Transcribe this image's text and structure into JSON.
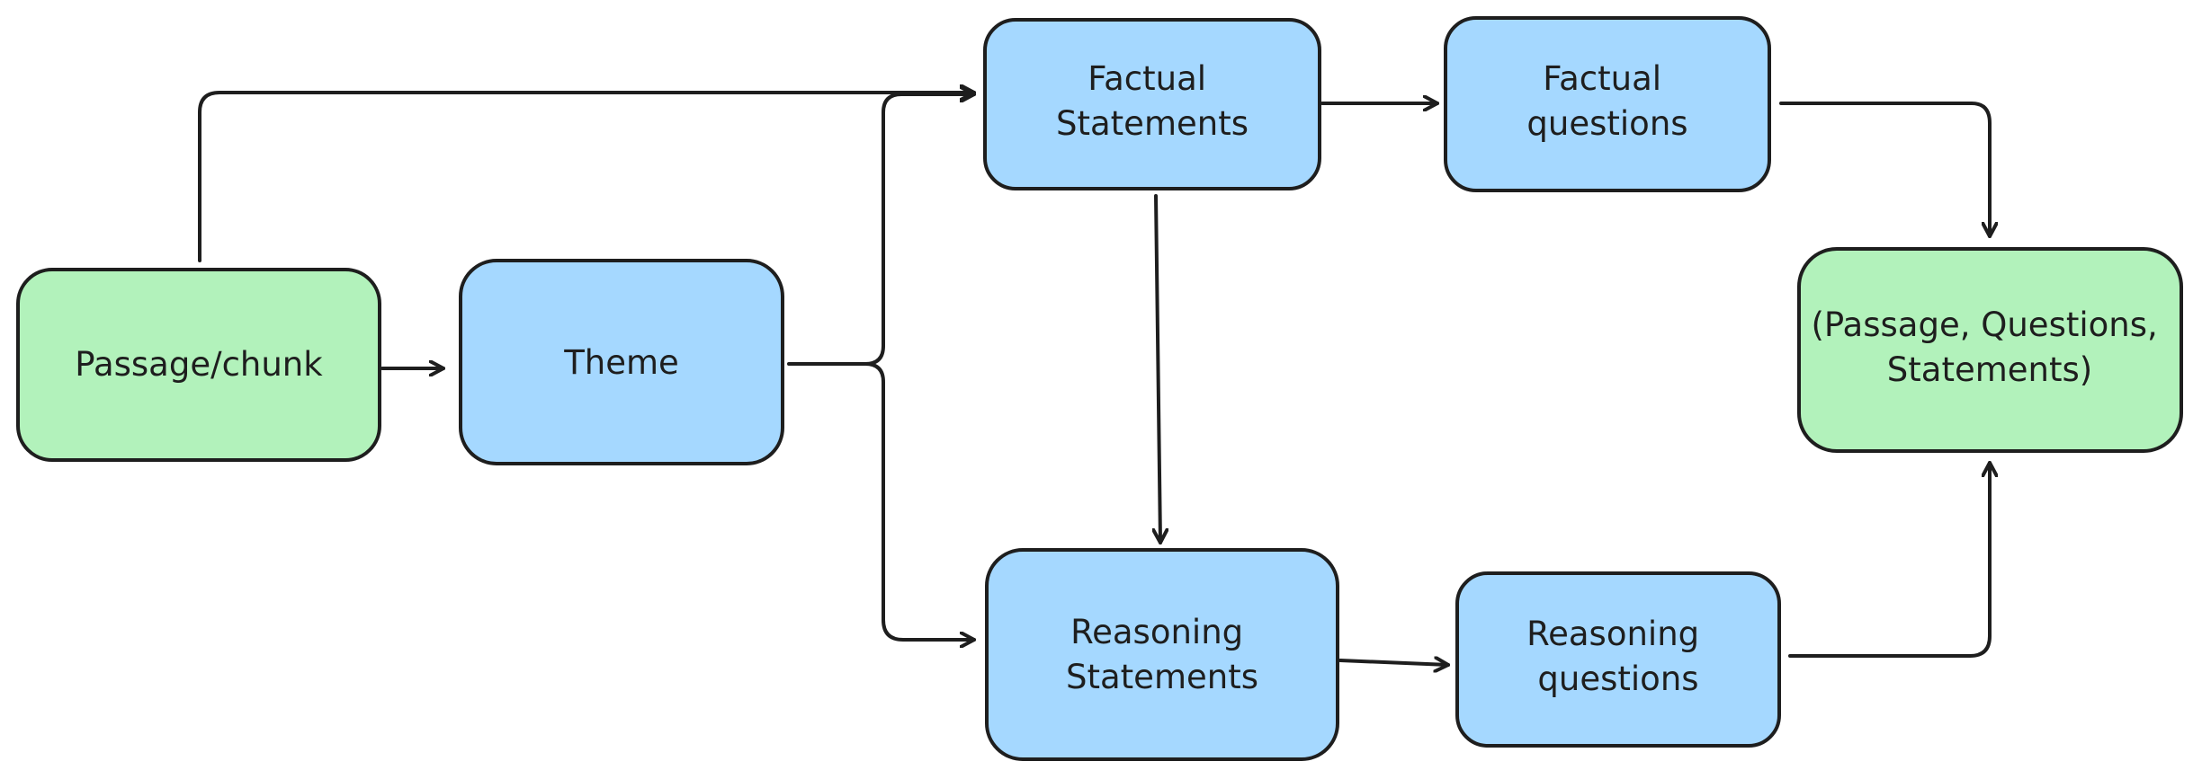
{
  "nodes": {
    "passage": {
      "lines": [
        "Passage/chunk"
      ],
      "color": "#b2f2bb"
    },
    "theme": {
      "lines": [
        "Theme"
      ],
      "color": "#a5d8ff"
    },
    "factual_statements": {
      "lines": [
        "Factual",
        "Statements"
      ],
      "color": "#a5d8ff"
    },
    "factual_questions": {
      "lines": [
        "Factual",
        "questions"
      ],
      "color": "#a5d8ff"
    },
    "reasoning_statements": {
      "lines": [
        "Reasoning",
        "Statements"
      ],
      "color": "#a5d8ff"
    },
    "reasoning_questions": {
      "lines": [
        "Reasoning",
        "questions"
      ],
      "color": "#a5d8ff"
    },
    "output": {
      "lines": [
        "(Passage, Questions,",
        "Statements)"
      ],
      "color": "#b2f2bb"
    }
  },
  "edges": [
    {
      "from": "passage",
      "to": "theme"
    },
    {
      "from": "passage",
      "to": "factual_statements"
    },
    {
      "from": "theme",
      "to": "factual_statements"
    },
    {
      "from": "theme",
      "to": "reasoning_statements"
    },
    {
      "from": "factual_statements",
      "to": "factual_questions"
    },
    {
      "from": "factual_statements",
      "to": "reasoning_statements"
    },
    {
      "from": "reasoning_statements",
      "to": "reasoning_questions"
    },
    {
      "from": "factual_questions",
      "to": "output"
    },
    {
      "from": "reasoning_questions",
      "to": "output"
    }
  ]
}
